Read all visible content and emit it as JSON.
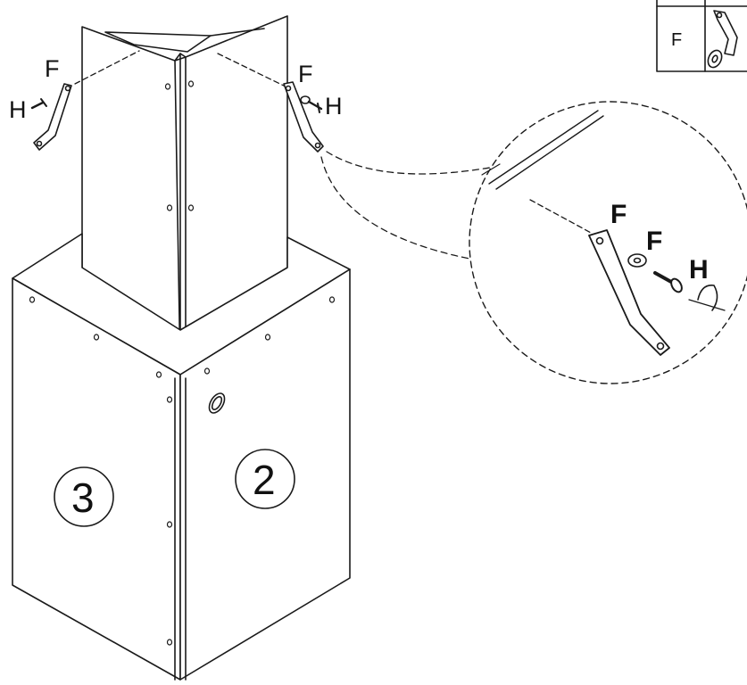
{
  "figure": {
    "panel_labels": {
      "left": "3",
      "right": "2"
    },
    "left_callout": {
      "washer": "F",
      "screw": "H"
    },
    "right_callout": {
      "washer": "F",
      "screw": "H"
    },
    "zoom_detail": {
      "bracket": "F",
      "washer": "F",
      "screw": "H"
    },
    "parts_key": {
      "label": "F"
    }
  },
  "colors": {
    "line": "#1a1a1a",
    "fill": "#ffffff"
  }
}
